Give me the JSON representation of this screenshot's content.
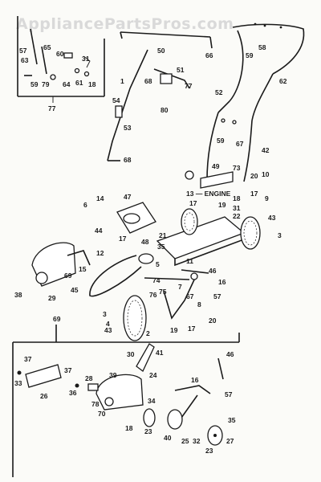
{
  "watermark": "AppliancePartsPros.com",
  "engine_label": "13 — ENGINE",
  "callouts": {
    "c57a": "57",
    "c63": "63",
    "c65": "65",
    "c60": "60",
    "c31a": "31",
    "c59a": "59",
    "c79": "79",
    "c64": "64",
    "c61": "61",
    "c18a": "18",
    "c77a": "77",
    "c50": "50",
    "c66": "66",
    "c58": "58",
    "c59b": "59",
    "c62": "62",
    "c51": "51",
    "c1": "1",
    "c68a": "68",
    "c77b": "77",
    "c80": "80",
    "c54": "54",
    "c53": "53",
    "c68b": "68",
    "c52": "52",
    "c59c": "59",
    "c67a": "67",
    "c42": "42",
    "c49": "49",
    "c73": "73",
    "c20a": "20",
    "c10": "10",
    "c17a": "17",
    "c9": "9",
    "c17b": "17",
    "c18b": "18",
    "c19a": "19",
    "c31b": "31",
    "c22": "22",
    "c6": "6",
    "c14": "14",
    "c47": "47",
    "c44": "44",
    "c17c": "17",
    "c21": "21",
    "c12": "12",
    "c48": "48",
    "c35a": "35",
    "c43a": "43",
    "c3a": "3",
    "c11": "11",
    "c46a": "46",
    "c5": "5",
    "c15": "15",
    "c69a": "69",
    "c38": "38",
    "c29": "29",
    "c45": "45",
    "c74": "74",
    "c16": "16",
    "c76": "76",
    "c75": "75",
    "c7": "7",
    "c67b": "67",
    "c57b": "57",
    "c3b": "3",
    "c4": "4",
    "c8": "8",
    "c43b": "43",
    "c2": "2",
    "c19b": "19",
    "c17d": "17",
    "c20b": "20",
    "c69b": "69",
    "c30": "30",
    "c41": "41",
    "c24": "24",
    "c46b": "46",
    "c37a": "37",
    "c37b": "37",
    "c33": "33",
    "c26": "26",
    "c36": "36",
    "c28": "28",
    "c39": "39",
    "c16b": "16",
    "c57c": "57",
    "c78": "78",
    "c70": "70",
    "c34": "34",
    "c18c": "18",
    "c23a": "23",
    "c35b": "35",
    "c40": "40",
    "c25": "25",
    "c32": "32",
    "c27": "27",
    "c23b": "23"
  }
}
